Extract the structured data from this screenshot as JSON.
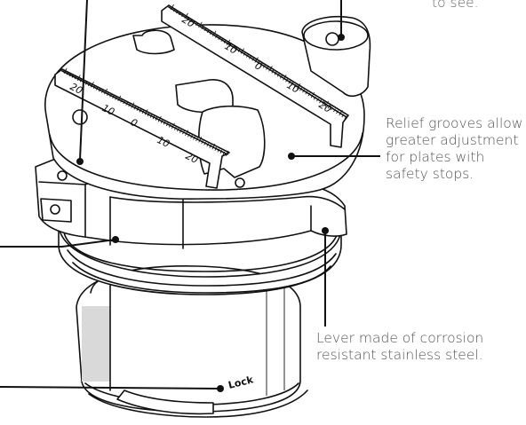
{
  "callouts": {
    "top_clip": "to see.",
    "relief_grooves": "Relief grooves allow greater adjustment for plates with safety stops.",
    "lever": "Lever made of corrosion resistant stainless steel."
  },
  "engravings": {
    "lock_label": "Lock",
    "scale_front": [
      "20",
      "10",
      "0",
      "10",
      "20"
    ],
    "scale_back": [
      "20",
      "10",
      "0",
      "10",
      "20"
    ]
  }
}
